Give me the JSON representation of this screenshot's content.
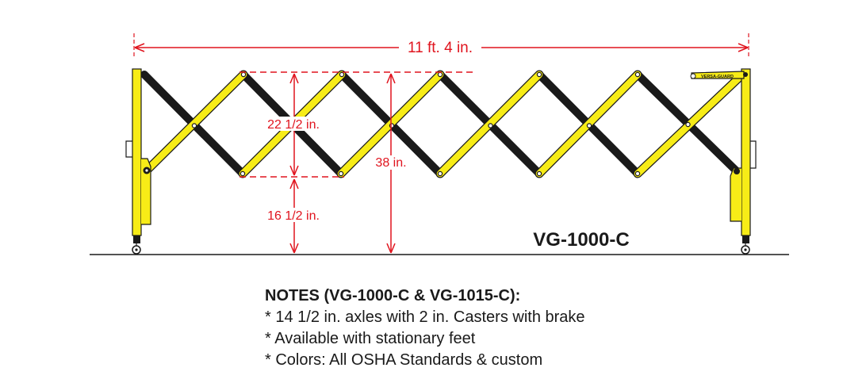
{
  "colors": {
    "yellow": "#f7ec17",
    "black": "#1a1a1a",
    "dimension": "#e0141e"
  },
  "dimensions": {
    "overall_width": "11 ft. 4 in.",
    "panel_height": "22 1/2 in.",
    "total_height": "38 in.",
    "ground_clearance": "16 1/2 in."
  },
  "model": "VG-1000-C",
  "brand_plate": "VERSA-GUARD",
  "notes": {
    "title": "NOTES (VG-1000-C & VG-1015-C):",
    "items": [
      "* 14 1/2 in. axles with 2 in. Casters with brake",
      "* Available with stationary feet",
      "* Colors: All OSHA Standards & custom"
    ]
  }
}
